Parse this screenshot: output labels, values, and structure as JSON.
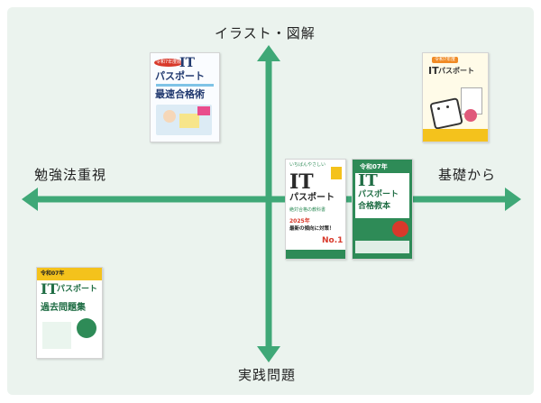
{
  "axes": {
    "top": "イラスト・図解",
    "bottom": "実践問題",
    "left": "勉強法重視",
    "right": "基礎から"
  },
  "colors": {
    "axis": "#3fa877",
    "panel": "#ebf3ee",
    "book_green": "#2e8b57",
    "book_navy": "#223a70",
    "book_red": "#d8392b",
    "book_yellow": "#f4c21c",
    "book_orange": "#f08a24"
  },
  "books": {
    "sokugo": {
      "badge": "令和7年度版",
      "title_it": "IT",
      "title_main": "パスポート",
      "title_sub": "最速合格術"
    },
    "illust": {
      "badge": "令和7年度",
      "title_it": "IT",
      "title_main": "パスポート"
    },
    "ichiban": {
      "top": "いちばんやさしい",
      "title_it": "IT",
      "title_main": "パスポート",
      "sub": "絶対合格の教科書",
      "year": "2025年",
      "catch": "最新の傾向に対策！",
      "badge": "No.1"
    },
    "goukaku": {
      "year": "令和07年",
      "title_it": "IT",
      "title_main": "パスポート",
      "title_sub": "合格教本"
    },
    "kakomon": {
      "year": "令和07年",
      "title_it": "IT",
      "title_main": "パスポート",
      "title_sub": "過去問題集"
    }
  }
}
